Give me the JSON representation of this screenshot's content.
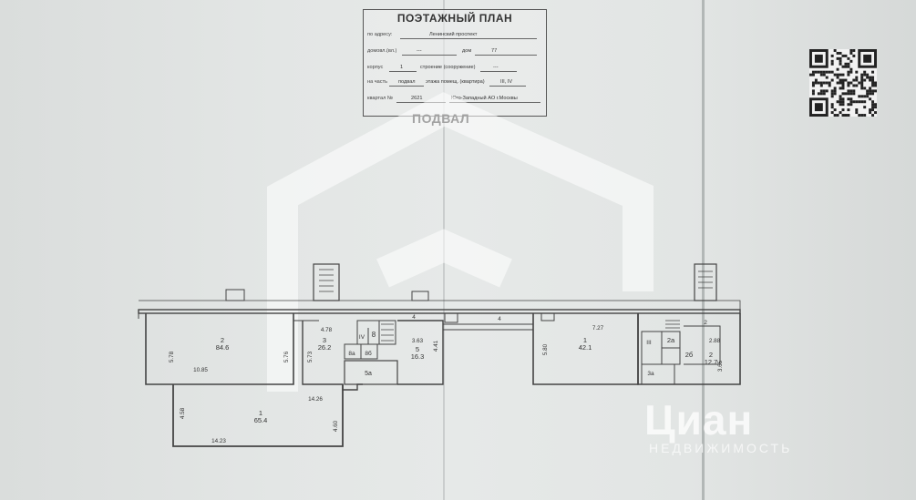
{
  "stamp": {
    "title": "ПОЭТАЖНЫЙ ПЛАН",
    "address_label": "по адресу:",
    "address_value": "Ленинский проспект",
    "house_label": "домовл.(вл.)",
    "house_value": "---",
    "dom_label": "дом",
    "dom_value": "77",
    "korpus_label": "корпус",
    "korpus_value": "1",
    "stroenie_label": "строение (сооружение)",
    "stroenie_value": "---",
    "part_label": "на часть",
    "part_value": "подвал",
    "etazh_label": "этажа помещ. (квартира)",
    "etazh_value": "III, IV",
    "kvartal_label": "квартал №",
    "kvartal_value": "2621",
    "district_value": "Юго-Западный АО г.Москвы"
  },
  "floor_label": "ПОДВАЛ",
  "plan": {
    "rooms": [
      {
        "num": "2",
        "area": "84.6"
      },
      {
        "num": "3",
        "area": "26.2"
      },
      {
        "num": "5",
        "area": "16.3"
      },
      {
        "num": "1",
        "area": "42.1"
      },
      {
        "num": "1",
        "area": "65.4"
      },
      {
        "num": "2",
        "area": "12.7"
      }
    ],
    "labels": [
      "IV",
      "8",
      "8а",
      "8б",
      "5а",
      "4",
      "III",
      "2а",
      "2б",
      "3а",
      "2"
    ],
    "dims": [
      "5.78",
      "10.85",
      "5.76",
      "4.78",
      "5.73",
      "3.63",
      "4.41",
      "4",
      "7.27",
      "5.80",
      "2.88",
      "3.65",
      "14.26",
      "4.58",
      "4.60",
      "14.23"
    ]
  },
  "watermark": {
    "brand": "Циан",
    "sub": "НЕДВИЖИМОСТЬ"
  }
}
